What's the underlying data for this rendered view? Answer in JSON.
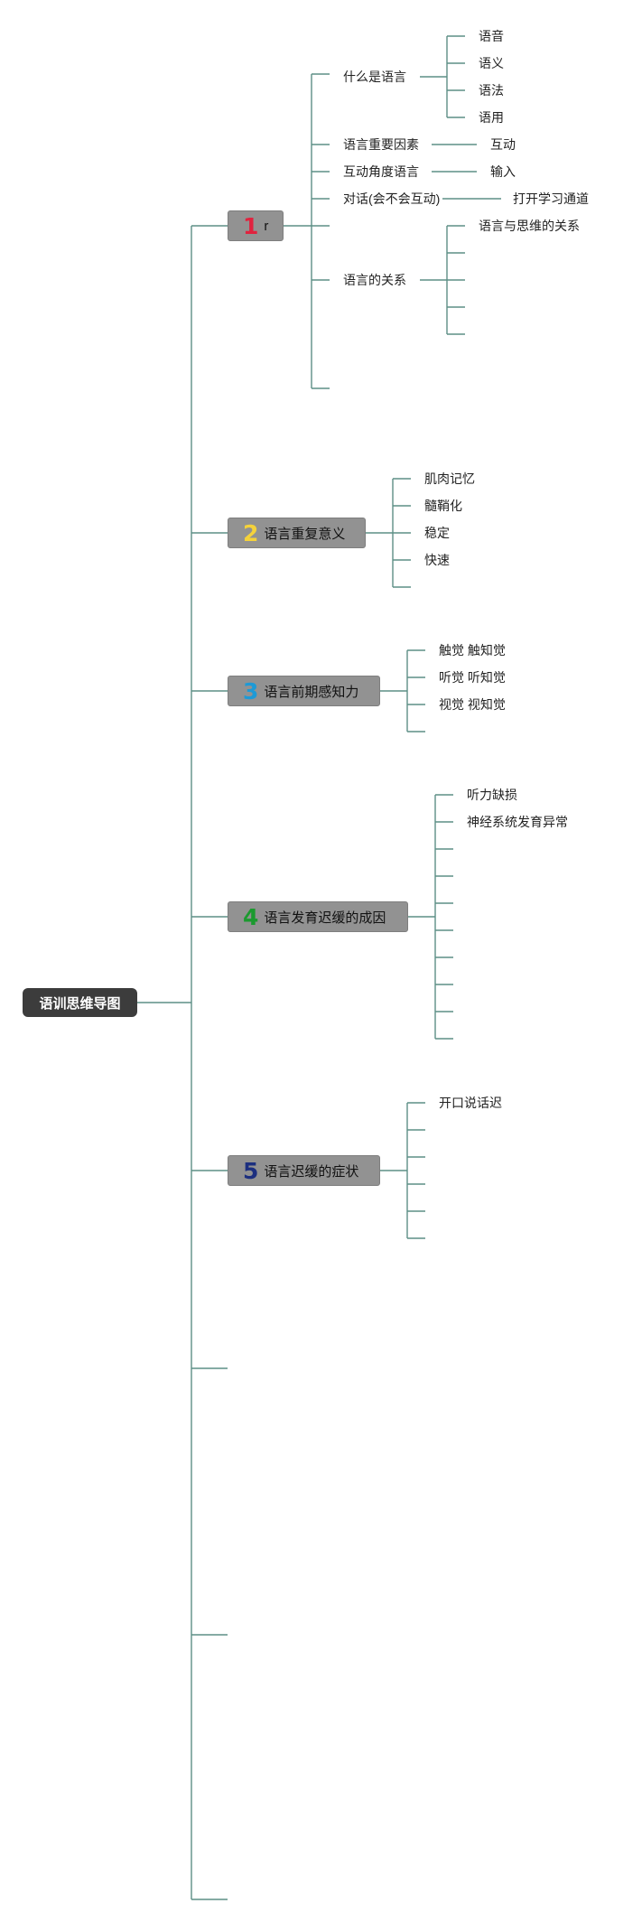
{
  "root": {
    "label": "语训思维导图"
  },
  "branches": [
    {
      "number": "1",
      "color": "#e0233f",
      "label": "r"
    },
    {
      "number": "2",
      "color": "#f5d23a",
      "label": "语言重复意义"
    },
    {
      "number": "3",
      "color": "#1e9ad6",
      "label": "语言前期感知力"
    },
    {
      "number": "4",
      "color": "#1b9a2f",
      "label": "语言发育迟缓的成因"
    },
    {
      "number": "5",
      "color": "#1c2f7f",
      "label": "语言迟缓的症状"
    }
  ],
  "branch1": {
    "what_is_language": {
      "label": "什么是语言",
      "children": [
        "语音",
        "语义",
        "语法",
        "语用"
      ]
    },
    "important_factor": {
      "label": "语言重要因素",
      "value": "互动"
    },
    "interaction_angle": {
      "label": "互动角度语言",
      "value": "输入"
    },
    "dialogue": {
      "label": "对话(会不会互动)",
      "value": "打开学习通道"
    },
    "relations": {
      "label": "语言的关系",
      "children": [
        "语言与思维的关系"
      ]
    }
  },
  "branch2": {
    "children": [
      "肌肉记忆",
      "髓鞘化",
      "稳定",
      "快速"
    ]
  },
  "branch3": {
    "children": [
      "触觉 触知觉",
      "听觉 听知觉",
      "视觉 视知觉"
    ]
  },
  "branch4": {
    "children": [
      "听力缺损",
      "神经系统发育异常"
    ]
  },
  "branch5": {
    "children": [
      "开口说话迟"
    ]
  },
  "line_color": "#5d8f86"
}
